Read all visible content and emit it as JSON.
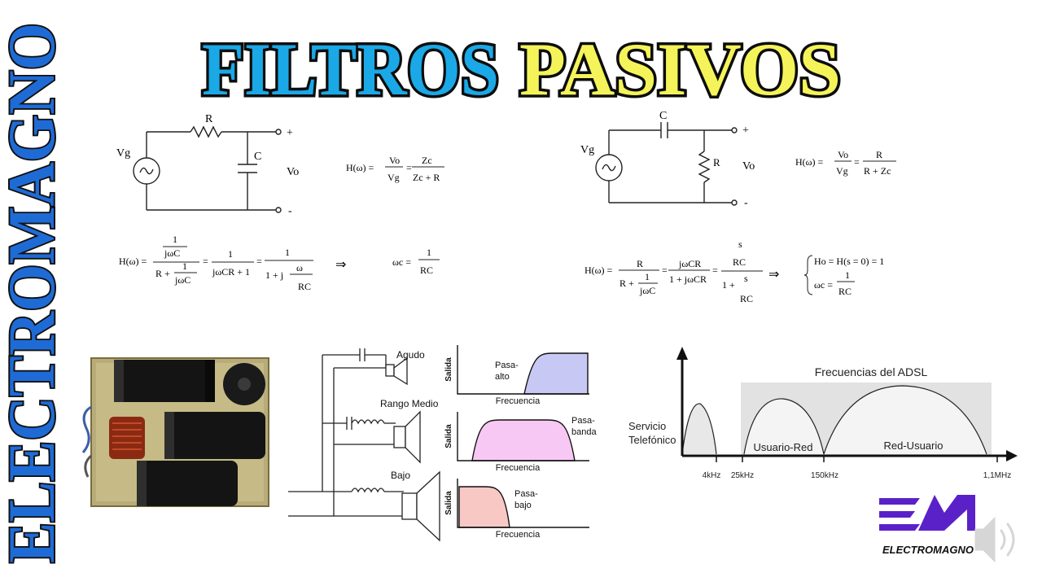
{
  "side_brand": "ELECTROMAGNO",
  "title": {
    "part1": "FILTROS",
    "part2": "PASIVOS"
  },
  "colors": {
    "title_blue": "#1ba8e6",
    "title_yellow": "#f4f45a",
    "brand_red": "#e8141c",
    "brand_blue": "#1f6bd6",
    "logo_purple": "#5b21c9"
  },
  "lowpass_circuit": {
    "r": "R",
    "c": "C",
    "vg": "Vg",
    "vo": "Vo",
    "plus": "+",
    "minus": "-",
    "eq": {
      "lhs": "H(ω) =",
      "vo": "Vo",
      "vg": "Vg",
      "eq2": "=",
      "zc": "Zc",
      "den": "Zc + R"
    }
  },
  "highpass_circuit": {
    "r": "R",
    "c": "C",
    "vg": "Vg",
    "vo": "Vo",
    "plus": "+",
    "minus": "-",
    "eq": {
      "lhs": "H(ω) =",
      "vo": "Vo",
      "vg": "Vg",
      "eq2": "=",
      "r": "R",
      "den": "R + Zc"
    }
  },
  "lowpass_derivation": {
    "lhs": "H(ω) =",
    "one": "1",
    "jwc": "jωC",
    "r_plus": "R +",
    "eq": "=",
    "den2": "jωCR + 1",
    "one_plus_j": "1 + j",
    "omega": "ω",
    "rc": "RC",
    "arrow": "⇒",
    "wc": "ωc =",
    "one2": "1",
    "rc2": "RC"
  },
  "highpass_derivation": {
    "lhs": "H(ω) =",
    "r": "R",
    "r_plus": "R +",
    "one": "1",
    "jwc": "jωC",
    "eq": "=",
    "jwcr": "jωCR",
    "den2": "1 + jωCR",
    "s": "s",
    "one_plus": "1 +",
    "rc": "RC",
    "arrow": "⇒",
    "ho": "Ho = H(s = 0) = 1",
    "wc": "ωc =",
    "one2": "1",
    "rc2": "RC"
  },
  "crossover": {
    "agudo": "Agudo",
    "rango_medio": "Rango Medio",
    "bajo": "Bajo"
  },
  "response_plots": [
    {
      "type": "highpass",
      "label1": "Pasa-",
      "label2": "alto",
      "xlabel": "Frecuencia",
      "ylabel": "Salida",
      "color": "#c8c8f4"
    },
    {
      "type": "bandpass",
      "label1": "Pasa-",
      "label2": "banda",
      "xlabel": "Frecuencia",
      "ylabel": "Salida",
      "color": "#f8c8f4"
    },
    {
      "type": "lowpass",
      "label1": "Pasa-",
      "label2": "bajo",
      "xlabel": "Frecuencia",
      "ylabel": "Salida",
      "color": "#f8c8c4"
    }
  ],
  "adsl": {
    "title": "Frecuencias del ADSL",
    "service1": "Servicio",
    "service2": "Telefónico",
    "band1": "Usuario-Red",
    "band2": "Red-Usuario",
    "ticks": [
      "4kHz",
      "25kHz",
      "150kHz",
      "1,1MHz"
    ]
  },
  "logo": {
    "text": "ELECTROMAGNO",
    "mark": "EM"
  }
}
